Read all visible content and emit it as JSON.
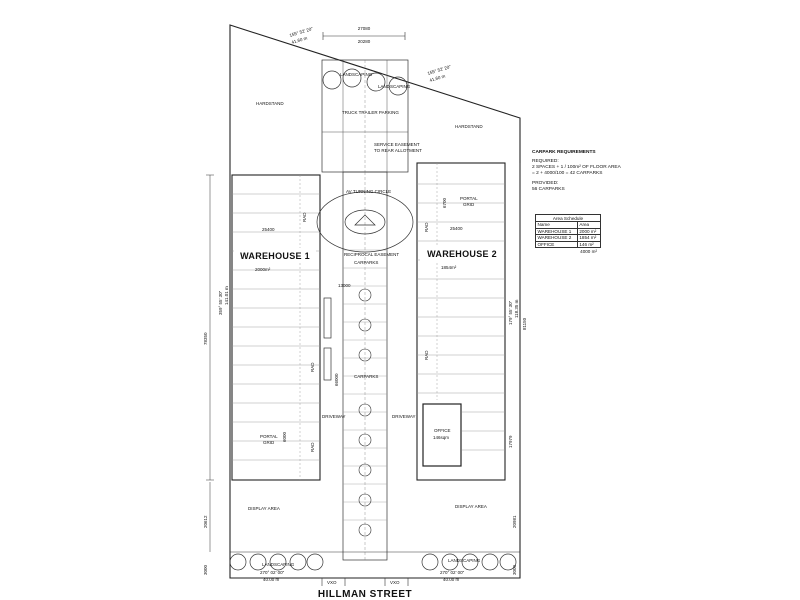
{
  "site": {
    "dims": {
      "top_width": "27080",
      "top_width_2": "20280",
      "bearing_top_left": "155° 52' 20\"",
      "dist_top_left": "41.60 m",
      "bearing_top_right": "155° 52' 20\"",
      "dist_top_right": "41.60 m",
      "left_total": "78350",
      "left_bearing": "359° 55' 30\"",
      "left_dist": "141.01 m",
      "right_total": "81150",
      "right_bearing": "179° 55' 30\"",
      "right_dist": "118.35 m",
      "left_front": "20612",
      "right_front": "20981",
      "left_front_small": "3000",
      "right_front_small": "3000",
      "wh1_width": "25400",
      "wh2_width": "25400",
      "office_depth": "17979",
      "driveway_width": "13000",
      "portal_dim_right": "6700",
      "portal_dim_left": "6000",
      "center_dim": "66000",
      "bearing_bottom_left": "270° 02' 00\"",
      "dist_bottom_left": "40.00 m",
      "bearing_bottom_right": "270° 02' 00\"",
      "dist_bottom_right": "40.00 m"
    },
    "labels": {
      "hardstand_left": "HARDSTAND",
      "hardstand_right": "HARDSTAND",
      "landscaping_top_left": "LANDSCAPING",
      "landscaping_top_right": "LANDSCAPING",
      "truck_parking": "TRUCK TRAILER PARKING",
      "service_easement_1": "SERVICE EASEMENT",
      "service_easement_2": "TO REAR ALLOTMENT",
      "turning_circle": "AV TURNING CIRCLE",
      "reciprocal": "RECIPROCAL EASEMENT",
      "carparks_top": "CARPARKS",
      "carparks_mid": "CARPARKS",
      "warehouse1": "WAREHOUSE 1",
      "warehouse1_area": "2000m²",
      "warehouse2": "WAREHOUSE 2",
      "warehouse2_area": "1854m²",
      "portal_grid_left_1": "PORTAL",
      "portal_grid_left_2": "GRID",
      "portal_grid_right_1": "PORTAL",
      "portal_grid_right_2": "GRID",
      "rad": "RAD",
      "driveway_left": "DRIVEWAY",
      "driveway_right": "DRIVEWAY",
      "office": "OFFICE",
      "office_area": "146sqm",
      "display_left": "DISPLAY AREA",
      "display_right": "DISPLAY AREA",
      "landscaping_bottom_left": "LANDSCAPING",
      "landscaping_bottom_right": "LANDSCAPING",
      "vxo_left": "VXO",
      "vxo_right": "VXO",
      "street": "HILLMAN STREET"
    },
    "carpark": {
      "title": "CARPARK REQUIREMENTS",
      "required": "REQUIRED:",
      "req_line1": "2 SPACES + 1 / 100m² OF FLOOR AREA",
      "req_line2": "= 2 + 4000/100 = 42 CARPARKS",
      "provided": "PROVIDED:",
      "provided_val": "56 CARPARKS"
    },
    "schedule": {
      "title": "Area Schedule",
      "col_name": "Name",
      "col_area": "Area",
      "rows": [
        {
          "name": "WAREHOUSE 1",
          "area": "2000 m²"
        },
        {
          "name": "WAREHOUSE 2",
          "area": "1854 m²"
        },
        {
          "name": "OFFICE",
          "area": "146 m²"
        }
      ],
      "total": "4000 m²"
    }
  }
}
